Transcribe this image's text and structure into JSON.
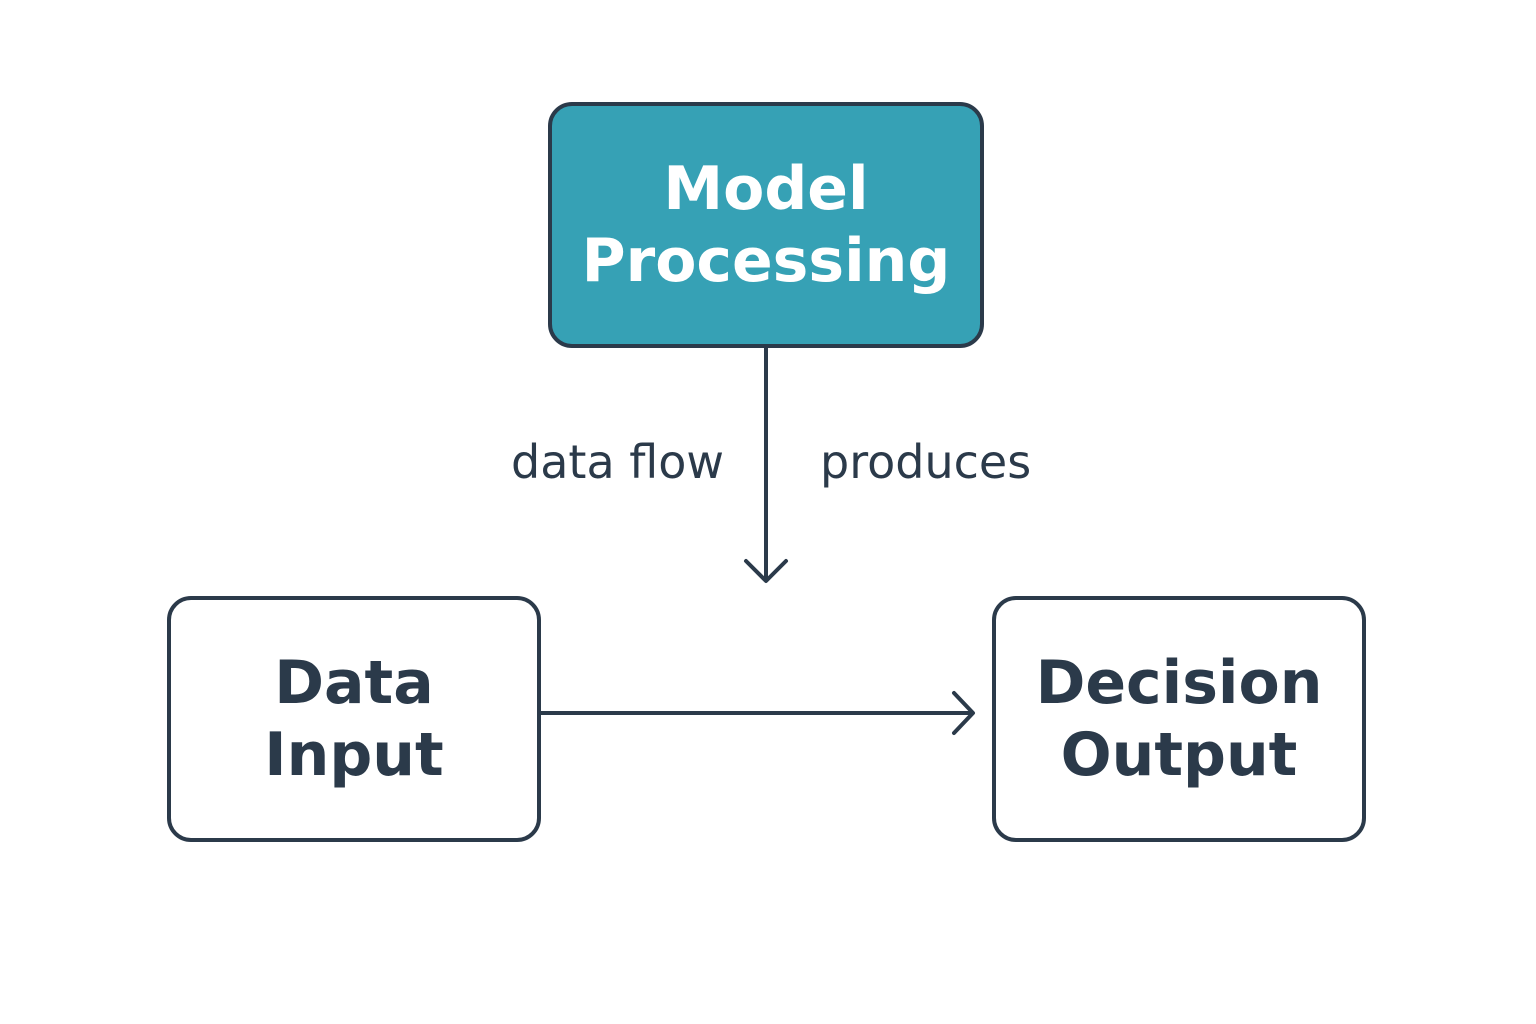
{
  "colors": {
    "primary_node_fill": "#36a1b5",
    "stroke": "#2b3a4a",
    "text_dark": "#2b3a4a",
    "text_light": "#ffffff",
    "background": "#ffffff"
  },
  "nodes": {
    "model": {
      "label": "Model\nProcessing"
    },
    "input": {
      "label": "Data\nInput"
    },
    "output": {
      "label": "Decision\nOutput"
    }
  },
  "edges": [
    {
      "from": "model",
      "to": "below",
      "label": ""
    },
    {
      "from": "input",
      "to": "output",
      "label": ""
    }
  ],
  "edge_labels": {
    "data_flow": "data flow",
    "produces": "produces"
  }
}
